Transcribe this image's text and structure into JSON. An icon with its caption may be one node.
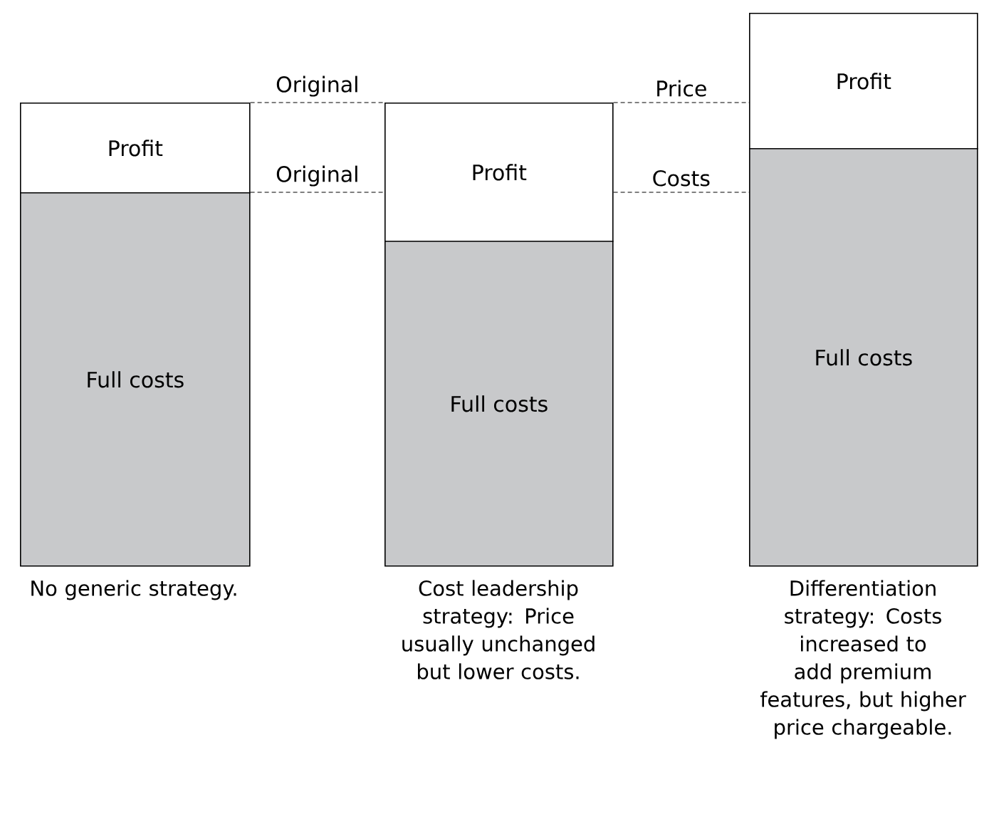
{
  "diagram": {
    "nodes": [
      {
        "text": [
          "Profit"
        ]
      },
      {
        "text": [
          "Full costs"
        ],
        "beside": [
          "No generic strategy."
        ]
      },
      {
        "text": [
          "Profit"
        ]
      },
      {
        "text": [
          "Full costs"
        ],
        "beside": [
          "Cost leadership strategy: Price usually unchanged but lower costs."
        ]
      },
      {
        "text": [
          "Profit"
        ]
      },
      {
        "text": [
          "Full costs"
        ],
        "beside": [
          "Differentiation strategy: Costs increased to add premium features, but higher price chargeable."
        ]
      }
    ],
    "edges": [
      {
        "from": 0,
        "to": 2,
        "arrow": "none",
        "style": "dashed",
        "label": "Original"
      },
      {
        "from": 1,
        "to": 2,
        "arrow": "none",
        "style": "dashed",
        "label": "Original"
      },
      {
        "from": 2,
        "to": 4,
        "arrow": "none",
        "style": "dashed",
        "label": "Price"
      },
      {
        "from": 2,
        "to": 5,
        "arrow": "none",
        "style": "dashed",
        "label": "Costs"
      }
    ]
  }
}
